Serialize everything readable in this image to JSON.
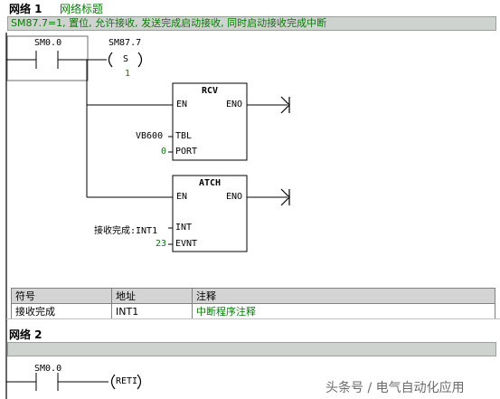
{
  "network1": {
    "label": "网络 1",
    "title": "网络标题",
    "comment": "SM87.7=1, 置位, 允许接收, 发送完成启动接收, 同时启动接收完成中断",
    "contact": "SM0.0",
    "coil_address": "SM87.7",
    "coil_type": "S",
    "coil_count": "1",
    "rcv": {
      "name": "RCV",
      "en": "EN",
      "eno": "ENO",
      "tbl_label": "TBL",
      "tbl_value": "VB600",
      "port_label": "PORT",
      "port_value": "0"
    },
    "atch": {
      "name": "ATCH",
      "en": "EN",
      "eno": "ENO",
      "int_label": "INT",
      "int_value": "接收完成:INT1",
      "evnt_label": "EVNT",
      "evnt_value": "23"
    }
  },
  "symbol_table": {
    "headers": [
      "符号",
      "地址",
      "注释"
    ],
    "rows": [
      {
        "symbol": "接收完成",
        "address": "INT1",
        "comment": "中断程序注释"
      }
    ]
  },
  "network2": {
    "label": "网络 2",
    "contact": "SM0.0",
    "coil": "RETI"
  },
  "watermark": "头条号 / 电气自动化应用",
  "colors": {
    "green_text": "#0a7a0a",
    "comment_bg": "#cfd3cf",
    "accent": "#000000"
  }
}
